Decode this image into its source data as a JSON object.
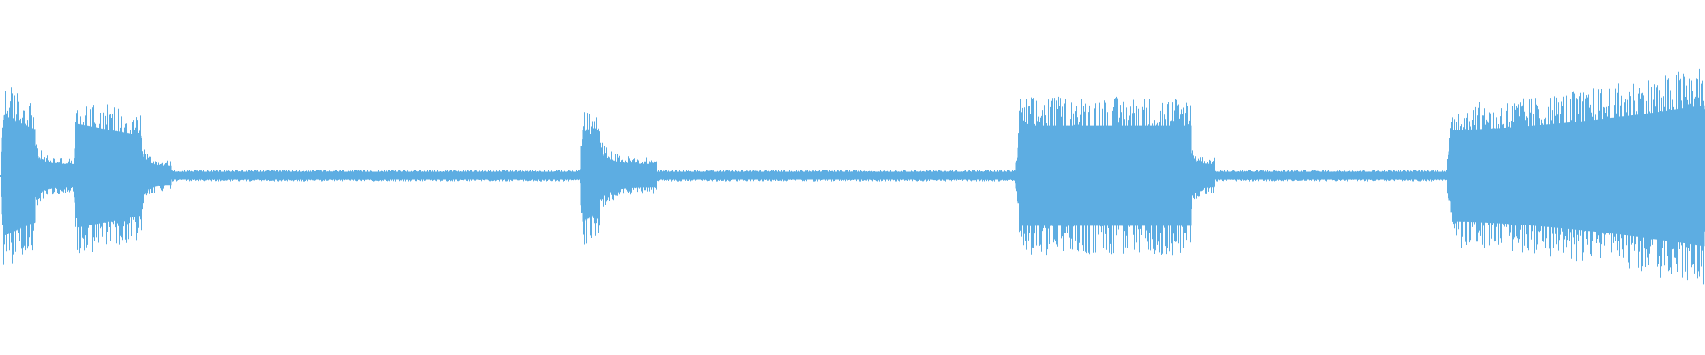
{
  "waveform": {
    "color": "#5dade2",
    "background": "#ffffff",
    "segments": [
      {
        "start": 0.0,
        "end": 0.02,
        "level": 0.68,
        "kind": "burst"
      },
      {
        "start": 0.02,
        "end": 0.042,
        "level": 0.12,
        "kind": "decay"
      },
      {
        "start": 0.042,
        "end": 0.083,
        "level": 0.58,
        "kind": "burst"
      },
      {
        "start": 0.083,
        "end": 0.1,
        "level": 0.1,
        "kind": "decay"
      },
      {
        "start": 0.1,
        "end": 0.34,
        "level": 0.035,
        "kind": "noise"
      },
      {
        "start": 0.34,
        "end": 0.352,
        "level": 0.52,
        "kind": "burst"
      },
      {
        "start": 0.352,
        "end": 0.385,
        "level": 0.12,
        "kind": "decay"
      },
      {
        "start": 0.385,
        "end": 0.595,
        "level": 0.035,
        "kind": "noise"
      },
      {
        "start": 0.595,
        "end": 0.698,
        "level": 0.55,
        "kind": "sustain"
      },
      {
        "start": 0.698,
        "end": 0.712,
        "level": 0.12,
        "kind": "decay"
      },
      {
        "start": 0.712,
        "end": 0.848,
        "level": 0.035,
        "kind": "noise"
      },
      {
        "start": 0.848,
        "end": 1.0,
        "level": 0.5,
        "kind": "swell",
        "end_level": 0.78
      }
    ]
  }
}
